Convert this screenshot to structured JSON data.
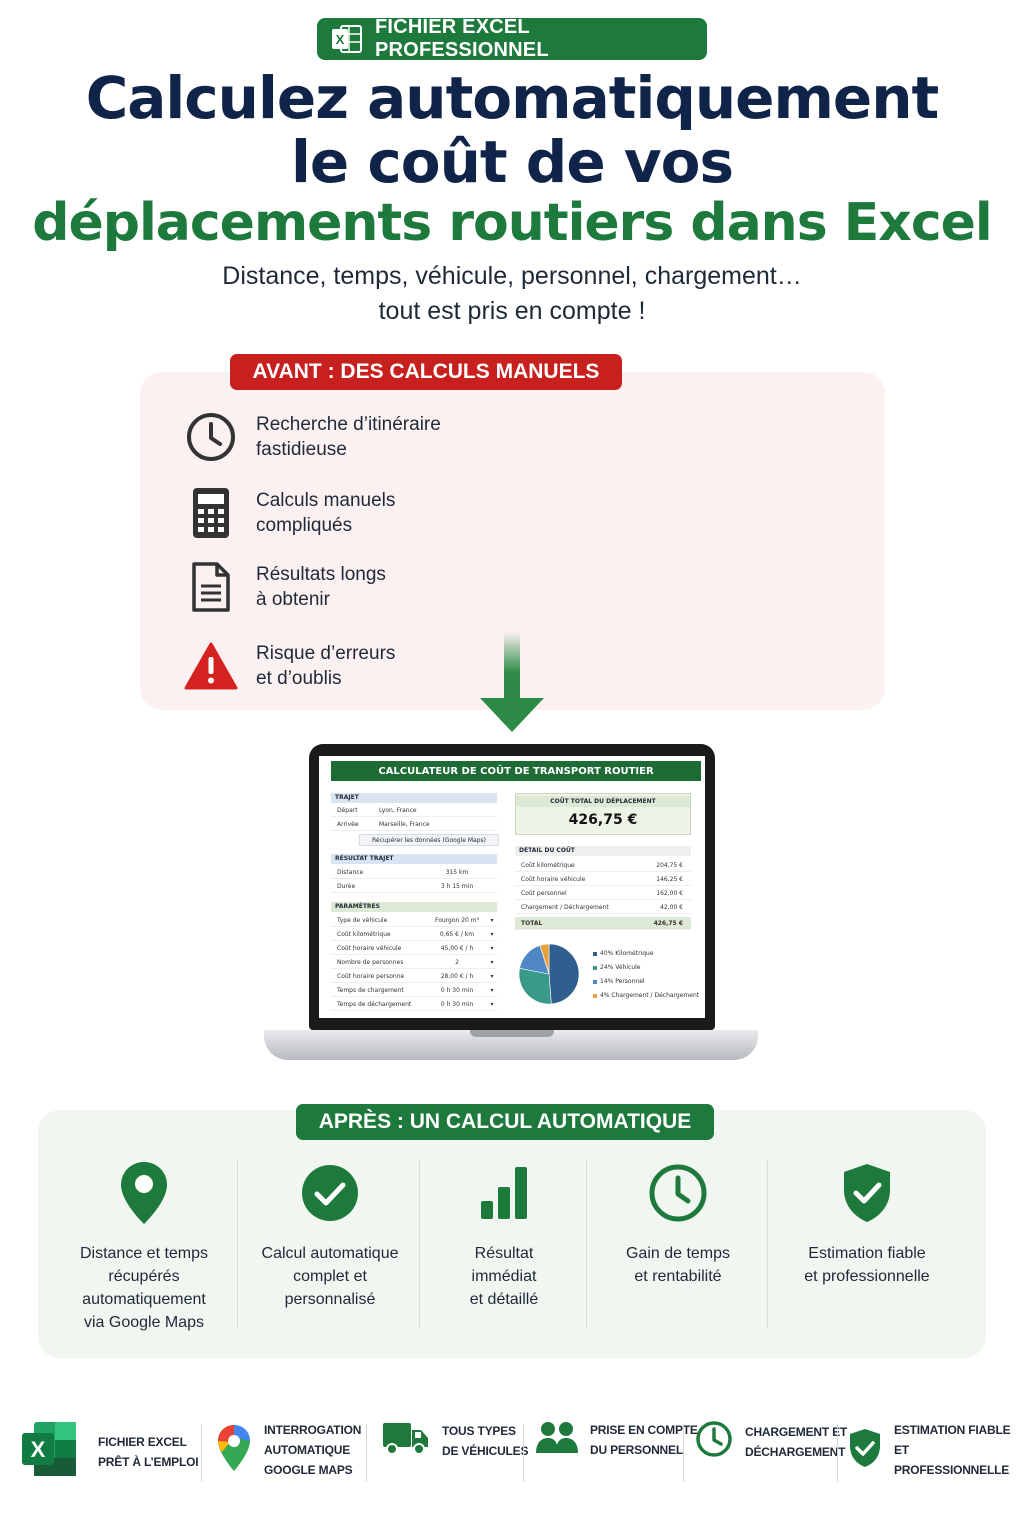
{
  "header": {
    "badge": "FICHIER EXCEL PROFESSIONNEL",
    "title_line1": "Calculez automatiquement",
    "title_line2": "le coût de vos",
    "title_line3": "déplacements routiers dans Excel",
    "subtitle_line1": "Distance, temps, véhicule, personnel, chargement…",
    "subtitle_line2": "tout est pris en compte !"
  },
  "avant": {
    "badge": "AVANT : DES CALCULS MANUELS",
    "items": [
      {
        "line1": "Recherche d’itinéraire",
        "line2": "fastidieuse",
        "icon": "clock-icon"
      },
      {
        "line1": "Calculs manuels",
        "line2": "compliqués",
        "icon": "calculator-icon"
      },
      {
        "line1": "Résultats longs",
        "line2": "à obtenir",
        "icon": "document-icon"
      },
      {
        "line1": "Risque d’erreurs",
        "line2": "et d’oublis",
        "icon": "warning-icon"
      }
    ]
  },
  "spreadsheet": {
    "title": "CALCULATEUR DE COÛT DE TRANSPORT ROUTIER",
    "trajet_header": "TRAJET",
    "depart_label": "Départ",
    "depart_value": "Lyon, France",
    "arrivee_label": "Arrivée",
    "arrivee_value": "Marseille, France",
    "fetch_button": "Récupérer les données (Google Maps)",
    "resultat_header": "RÉSULTAT TRAJET",
    "distance_label": "Distance",
    "distance_value": "315 km",
    "duree_label": "Durée",
    "duree_value": "3 h 15 min",
    "params_header": "PARAMÈTRES",
    "params": [
      {
        "label": "Type de véhicule",
        "value": "Fourgon 20 m³"
      },
      {
        "label": "Coût kilométrique",
        "value": "0,65 € / km"
      },
      {
        "label": "Coût horaire véhicule",
        "value": "45,00 € / h"
      },
      {
        "label": "Nombre de personnes",
        "value": "2"
      },
      {
        "label": "Coût horaire personne",
        "value": "28,00 € / h"
      },
      {
        "label": "Temps de chargement",
        "value": "0 h 30 min"
      },
      {
        "label": "Temps de déchargement",
        "value": "0 h 30 min"
      }
    ],
    "total_cost_label": "COÛT TOTAL DU DÉPLACEMENT",
    "total_cost_value": "426,75 €",
    "detail_header": "DÉTAIL DU COÛT",
    "detail": [
      {
        "label": "Coût kilométrique",
        "value": "204,75 €"
      },
      {
        "label": "Coût horaire véhicule",
        "value": "146,25 €"
      },
      {
        "label": "Coût personnel",
        "value": "162,00 €"
      },
      {
        "label": "Chargement / Déchargement",
        "value": "42,00 €"
      }
    ],
    "total_label": "TOTAL",
    "total_value": "426,75 €"
  },
  "chart_data": {
    "type": "pie",
    "categories": [
      "Kilométrique",
      "Véhicule",
      "Personnel",
      "Chargement / Déchargement"
    ],
    "values": [
      40,
      24,
      14,
      4
    ],
    "legend": [
      "40% Kilométrique",
      "24% Véhicule",
      "14% Personnel",
      "4%  Chargement / Déchargement"
    ],
    "colors": [
      "#2f5f8f",
      "#3a9a8a",
      "#4f86c6",
      "#e8a23a"
    ]
  },
  "apres": {
    "badge": "APRÈS : UN CALCUL AUTOMATIQUE",
    "items": [
      {
        "lines": [
          "Distance et temps",
          "récupérés",
          "automatiquement",
          "via Google Maps"
        ],
        "icon": "map-pin-icon"
      },
      {
        "lines": [
          "Calcul automatique",
          "complet et",
          "personnalisé"
        ],
        "icon": "check-circle-icon"
      },
      {
        "lines": [
          "Résultat",
          "immédiat",
          "et détaillé"
        ],
        "icon": "bar-chart-icon"
      },
      {
        "lines": [
          "Gain de temps",
          "et rentabilité"
        ],
        "icon": "clock-icon"
      },
      {
        "lines": [
          "Estimation fiable",
          "et professionnelle"
        ],
        "icon": "shield-check-icon"
      }
    ]
  },
  "footer": [
    {
      "line1": "FICHIER EXCEL",
      "line2": "PRÊT À L’EMPLOI",
      "icon": "excel-icon"
    },
    {
      "line1": "INTERROGATION",
      "line2": "AUTOMATIQUE",
      "line3": "GOOGLE MAPS",
      "icon": "google-maps-icon"
    },
    {
      "line1": "TOUS TYPES",
      "line2": "DE VÉHICULES",
      "icon": "truck-icon"
    },
    {
      "line1": "PRISE EN COMPTE",
      "line2": "DU PERSONNEL",
      "icon": "people-icon"
    },
    {
      "line1": "CHARGEMENT ET",
      "line2": "DÉCHARGEMENT",
      "icon": "clock-icon"
    },
    {
      "line1": "ESTIMATION FIABLE",
      "line2": "ET PROFESSIONNELLE",
      "icon": "shield-check-icon"
    }
  ],
  "colors": {
    "navy": "#10244a",
    "green": "#1e7a3c",
    "red": "#c8201e"
  }
}
